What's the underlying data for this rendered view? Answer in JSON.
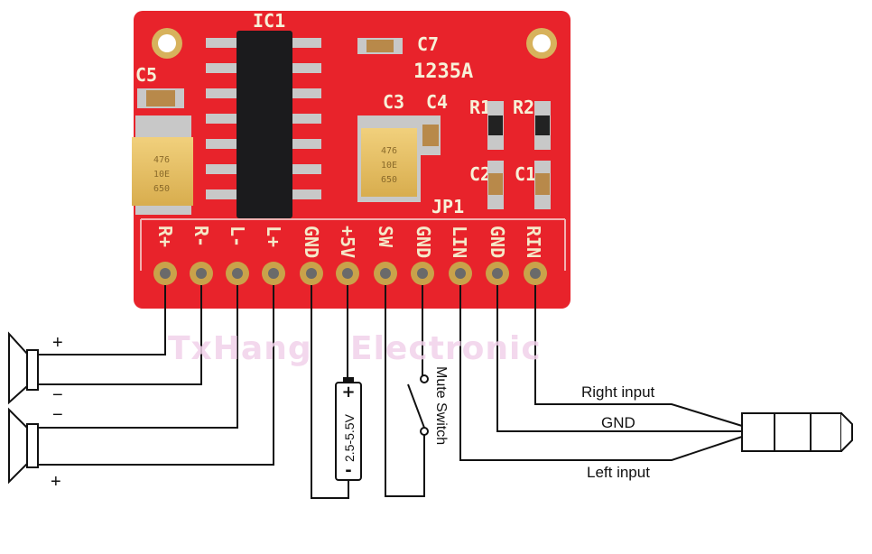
{
  "board": {
    "ic_label": "IC1",
    "model": "1235A",
    "jumper": "JP1",
    "component_labels": [
      "C5",
      "C7",
      "C3",
      "C4",
      "R1",
      "R2",
      "C2",
      "C1"
    ],
    "cap_marking": [
      "476",
      "10E",
      "650"
    ],
    "pins": [
      "R+",
      "R-",
      "L-",
      "L+",
      "GND",
      "+5V",
      "SW",
      "GND",
      "LIN",
      "GND",
      "RIN"
    ]
  },
  "watermark": [
    "TxHang",
    "Electronic"
  ],
  "battery": {
    "range_label": "2.5-5.5V",
    "plus": "+",
    "minus": "-"
  },
  "speakers": {
    "top": {
      "plus": "+",
      "minus": "−"
    },
    "bottom": {
      "minus": "−",
      "plus": "+"
    }
  },
  "mute_switch_label": "Mute Switch",
  "jack_labels": {
    "right": "Right input",
    "gnd": "GND",
    "left": "Left input"
  },
  "colors": {
    "board_red": "#e8232b",
    "gold": "#c9a24a",
    "chip": "#1b1b1d",
    "tantalum": "#e8c46a"
  }
}
